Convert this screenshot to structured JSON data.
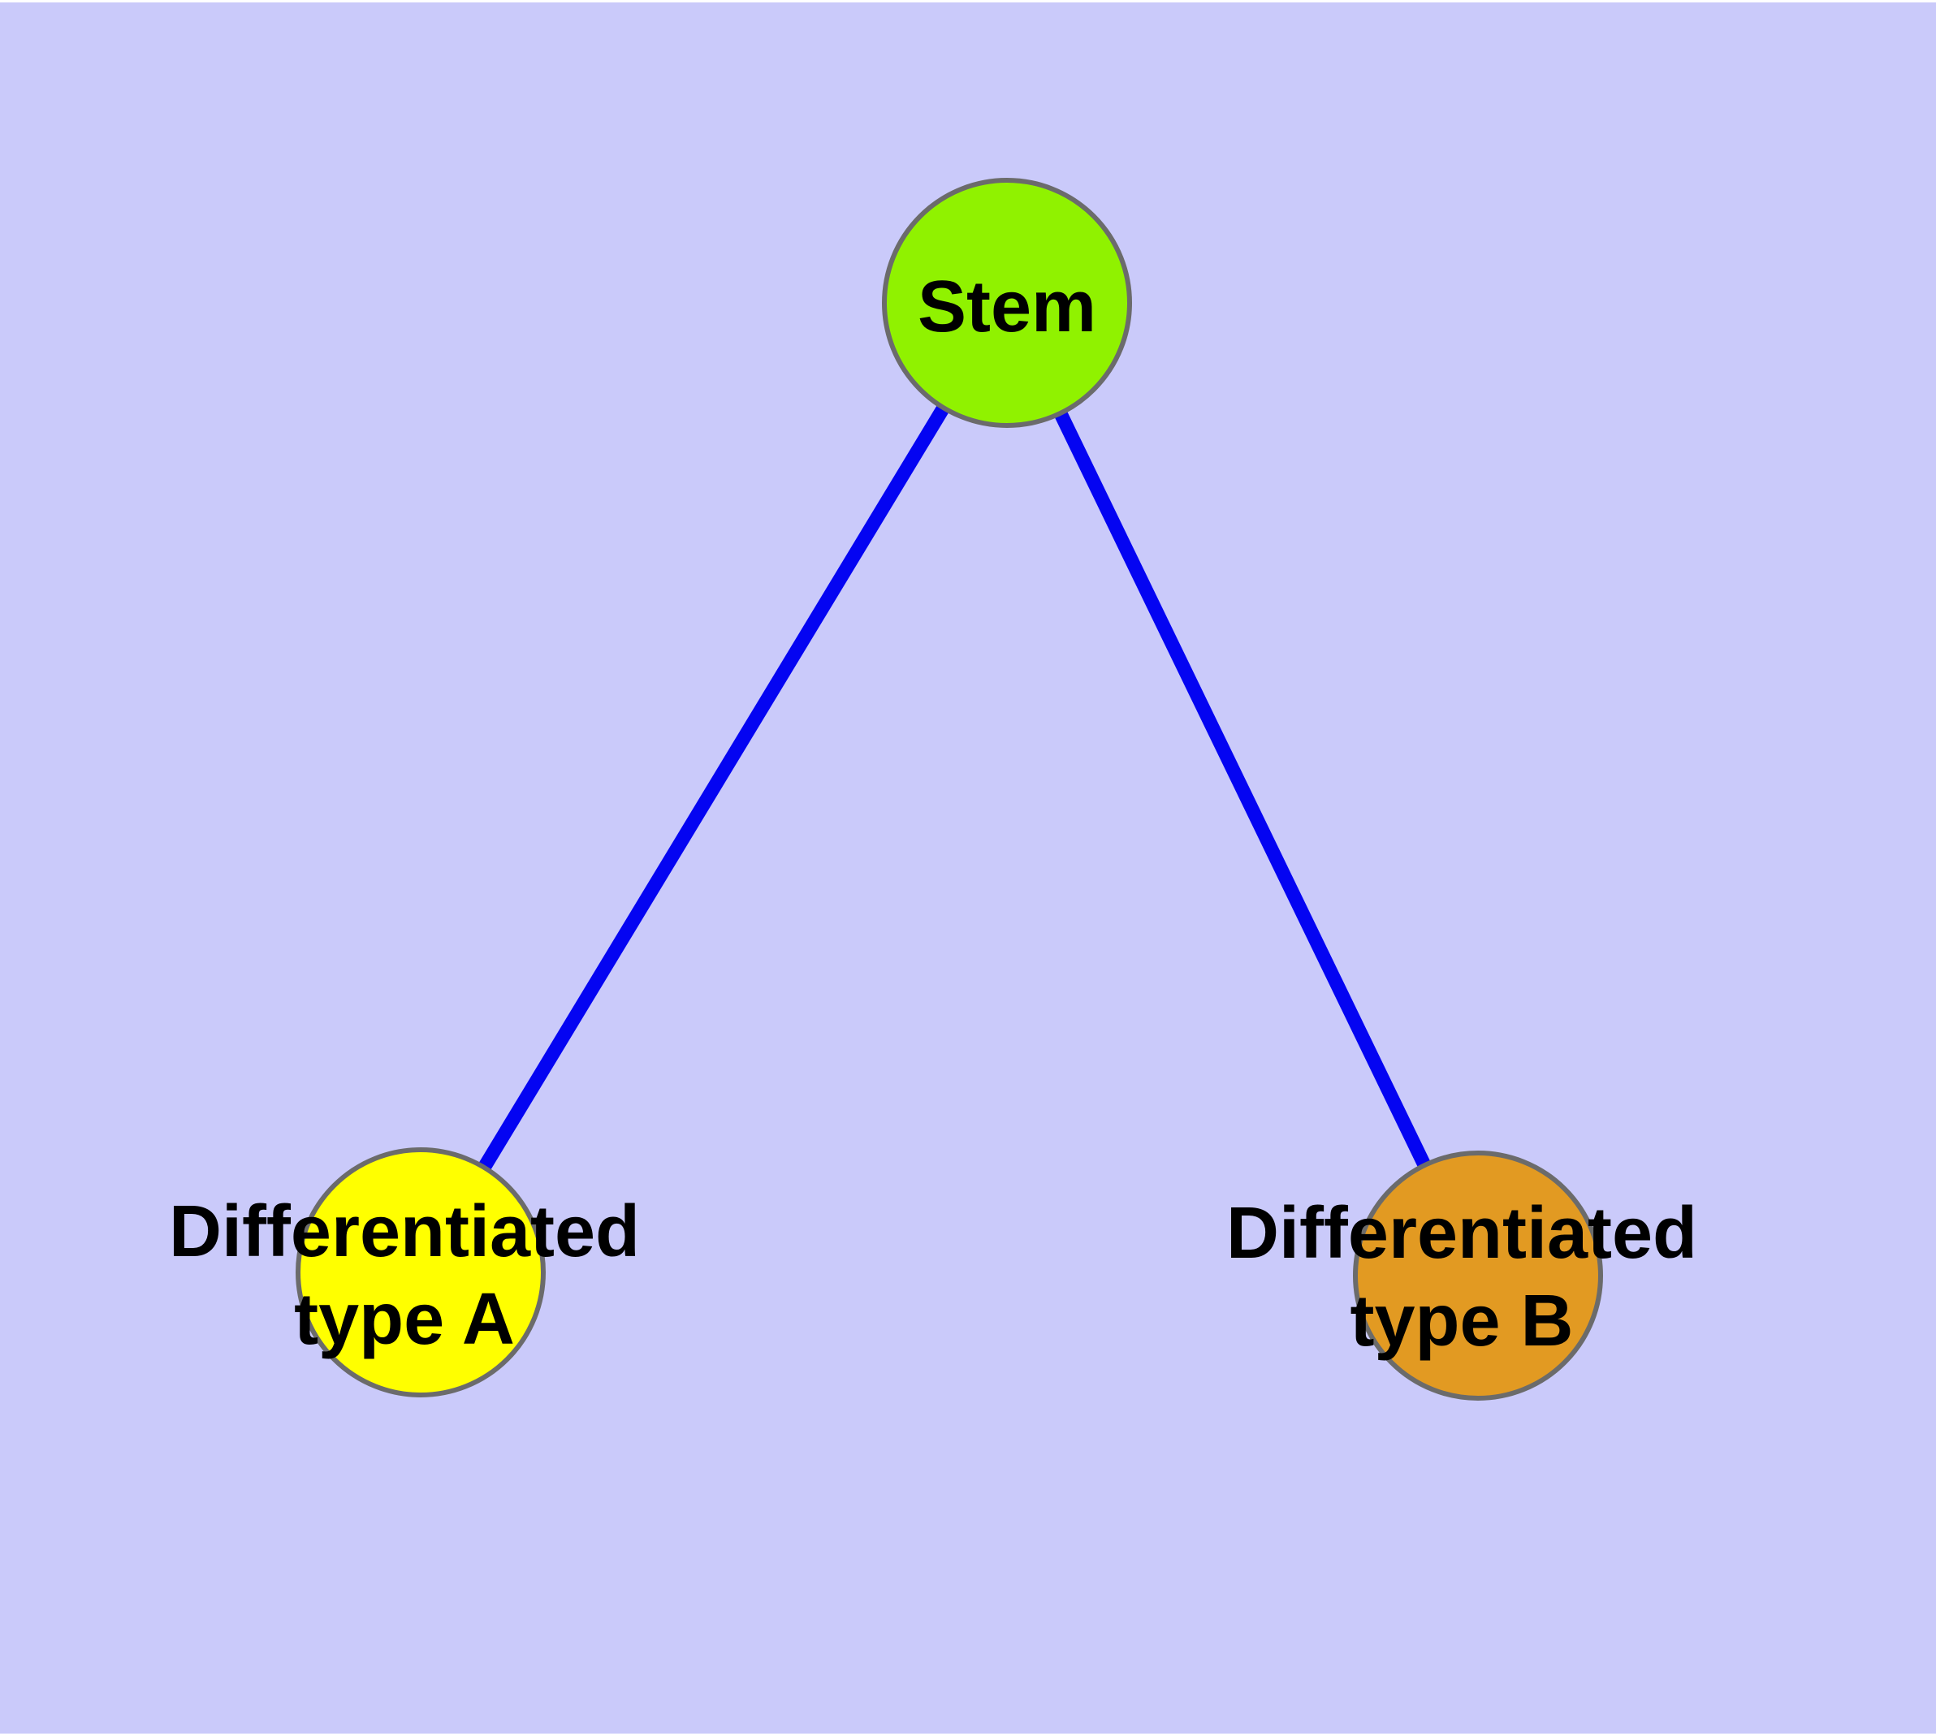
{
  "diagram": {
    "colors": {
      "page_margin": "#ffffff",
      "background": "#CACAFA",
      "edge": "#0404F2",
      "node_border": "#6B6B6B",
      "label_text": "#000000",
      "stem_fill": "#90F200",
      "type_a_fill": "#FFFF00",
      "type_b_fill": "#E29A22"
    },
    "nodes": [
      {
        "id": "stem",
        "label": "Stem"
      },
      {
        "id": "type-a",
        "label_line1": "Differentiated",
        "label_line2": "type A"
      },
      {
        "id": "type-b",
        "label_line1": "Differentiated",
        "label_line2": "type B"
      }
    ],
    "edges": [
      {
        "from": "stem",
        "to": "type-a"
      },
      {
        "from": "stem",
        "to": "type-b"
      }
    ]
  }
}
